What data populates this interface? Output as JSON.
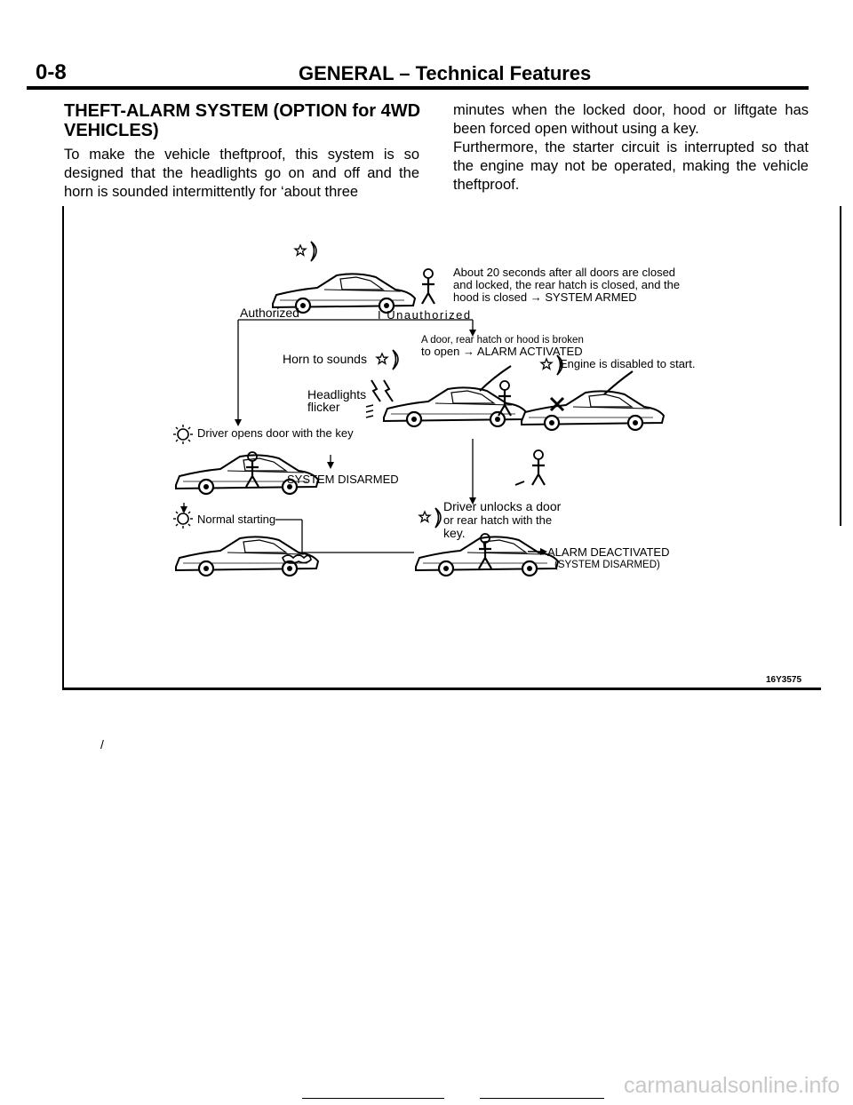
{
  "header": {
    "page_number": "0-8",
    "section": "GENERAL – Technical Features"
  },
  "section_title": "THEFT-ALARM SYSTEM (OPTION for 4WD VEHICLES)",
  "body": {
    "left_paragraph": "To make the vehicle theftproof, this system is so designed that the headlights go on and off and the horn is sounded intermittently for ‘about three",
    "right_paragraph_1": "minutes when the locked door, hood or liftgate has been forced open without using a key.",
    "right_paragraph_2": "Furthermore, the starter circuit is interrupted so that the engine may not be operated, making the vehicle theftproof."
  },
  "figure": {
    "armed_line_1": "About 20 seconds after all doors are closed",
    "armed_line_2": "and locked, the rear hatch is closed, and the",
    "armed_line_3": "hood is closed → SYSTEM ARMED",
    "authorized": "Authorized",
    "unauthorized": "I Unauthorized",
    "broken_line_1": "A door, rear hatch or hood is broken",
    "broken_line_2": "to open → ALARM ACTIVATED",
    "horn": "Horn to sounds",
    "engine_disabled": "Engine is disabled to start.",
    "headlights_1": "Headlights",
    "headlights_2": "flicker",
    "driver_opens": "Driver opens door with the key",
    "system_disarmed": "SYSTEM DISARMED",
    "normal_starting": "Normal starting",
    "driver_unlocks_1": "Driver unlocks a door",
    "driver_unlocks_2": "or rear hatch with the",
    "driver_unlocks_3": "key.",
    "alarm_deactivated": "ALARM DEACTIVATED",
    "alarm_deactivated_sub": "(SYSTEM DISARMED)",
    "figure_code": "16Y3575"
  },
  "stray_mark": "/",
  "watermark": "carmanualsonline.info"
}
